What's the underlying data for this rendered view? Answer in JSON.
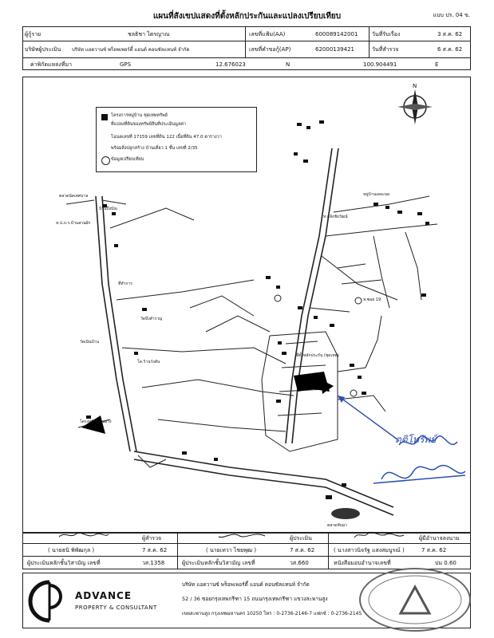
{
  "header": {
    "title": "แผนที่สังเขปแสดงที่ตั้งหลักประกันและแปลงเปรียบเทียบ",
    "form_no": "แบบ ปร. 04 ข."
  },
  "info_rows": {
    "r1": {
      "label1": "ผู้กู้ราย",
      "value1": "ชลธิชา ไตรญาณ",
      "label2": "เลขที่แฟ้ม(AA)",
      "value2": "600089142001",
      "label3": "วันที่รับเรื่อง",
      "value3": "3 ส.ค. 62"
    },
    "r2": {
      "label1": "บริษัทผู้ประเมิน",
      "value1": "บริษัท แอดวานซ์ พร็อพเพอร์ตี้ แอนด์ คอนซัลแทนท์ จำกัด",
      "label2": "เลขที่คำขอกู้(AP)",
      "value2": "62000139421",
      "label3": "วันที่สำรวจ",
      "value3": "6 ส.ค. 62"
    },
    "r3": {
      "label1": "ค่าพิกัดแหล่งที่มา",
      "value1": "GPS",
      "lat": "12.676023",
      "n": "N",
      "lon": "100.904491",
      "e": "E"
    }
  },
  "legend": {
    "line1": "โครงการหมู่บ้าน ชุดเทพทรัพย์",
    "line2": "ที่แปลงที่ดินของทรัพย์สินที่ประเมินมูลค่า",
    "line3": "โฉนดเลขที่ 17159 เลขที่ดิน 122 เนื้อที่ดิน 47.0 ตารางวา",
    "line4": "พร้อมสิ่งปลูกสร้าง บ้านเดี่ยว 1 ชั้น เลขที่ 2/35",
    "line5": "ข้อมูลเปรียบเทียบ"
  },
  "map": {
    "subject_label": "ที่ตั้งหลักประกัน (ชุดเทพ)",
    "signature_text": "ตติโทรัพย์",
    "place_labels": [
      "ตลาดนัดเทศบาล",
      "บ้านบึงบัณ",
      "ห.ป.ภ.ร.บ้านสวนผัก",
      "ที่ทำการ",
      "วัดบึงสำราญ",
      "วัดเนินบ้าน",
      "โค.ร้านวังสัน",
      "หมู่บ้านเดอะนอ",
      "ห.แจ้งชัยวัฒน์",
      "ห.ซอย 19",
      "โครงสร้างสวนยาง",
      "ตลาดทับมา"
    ]
  },
  "signatures": {
    "surveyor_role": "ผู้สำรวจ",
    "surveyor_name": "( นายธนิ พิพัฒกุล )",
    "surveyor_date": "7 ส.ค. 62",
    "appraiser_role": "ผู้ประเมิน",
    "appraiser_name": "( นายเทวา ไชยพุฒ )",
    "appraiser_date": "7 ส.ค. 62",
    "manager_role": "ผู้มีอำนาจลงนาม",
    "manager_name": "( นางสาวนิจรัฐ แสงสมบูรณ์ )",
    "manager_date": "7 ส.ค. 62",
    "license1_label": "ผู้ประเมินหลักชั้นวิสามัญ เลขที่",
    "license1_no": "วส.1358",
    "license2_label": "ผู้ประเมินหลักชั้นวิสามัญ เลขที่",
    "license2_no": "วส.660",
    "license3_label": "หนังสือมอบอำนาจเลขที่",
    "license3_no": "ปม 0.60"
  },
  "company": {
    "brand": "ADVANCE",
    "tagline": "PROPERTY & CONSULTANT",
    "name_th": "บริษัท แอดวานซ์ พร็อพเพอร์ตี้ แอนด์ คอนซัลแทนท์ จำกัด",
    "addr1": "52 / 36 ซอยกรุงเทพกรีฑา 15 ถนนกรุงเทพกรีฑา แขวงสะพานสูง",
    "addr2": "เขตสะพานสูง กรุงเทพมหานคร 10250 โทร : 0-2736-2146-7 แฟกซ์ : 0-2736-2145"
  },
  "colors": {
    "ink": "#111111",
    "pen": "#2a4fb0",
    "grid": "#444444"
  }
}
